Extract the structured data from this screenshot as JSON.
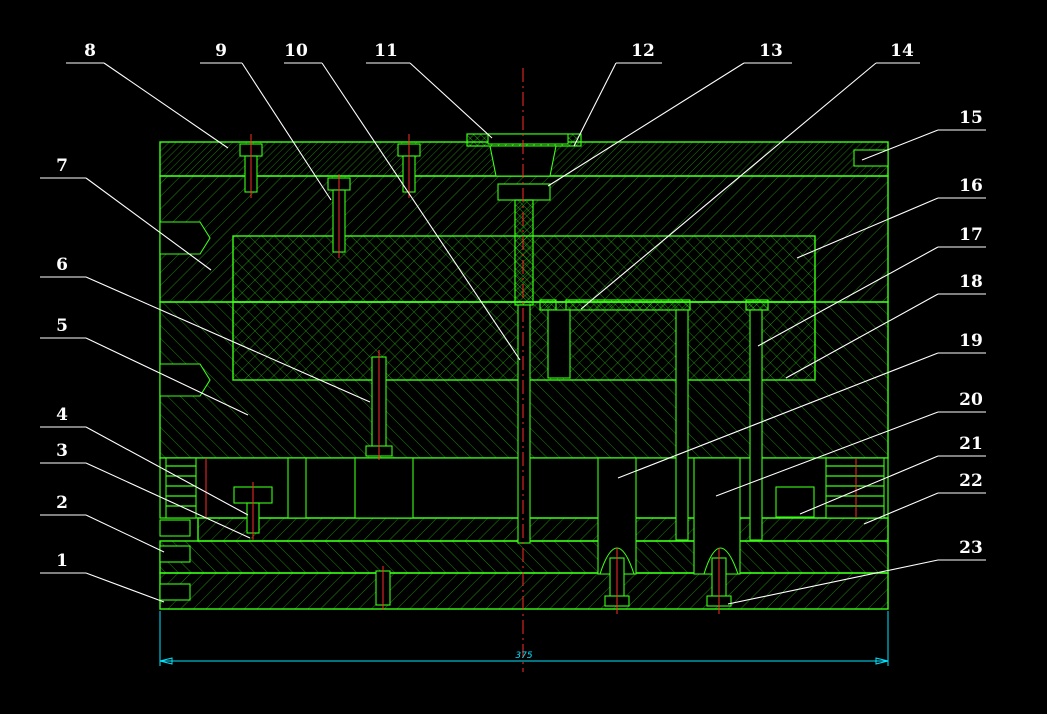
{
  "callouts": [
    "8",
    "9",
    "10",
    "11",
    "12",
    "13",
    "14",
    "15",
    "16",
    "7",
    "17",
    "6",
    "18",
    "5",
    "19",
    "20",
    "4",
    "21",
    "3",
    "22",
    "2",
    "23",
    "1"
  ],
  "dimension": {
    "overall_width": "375"
  },
  "colors": {
    "background": "#000000",
    "outline": "#39ff14",
    "centerline": "#ff2a2a",
    "dimension": "#00e5ff",
    "leader": "#ffffff"
  }
}
